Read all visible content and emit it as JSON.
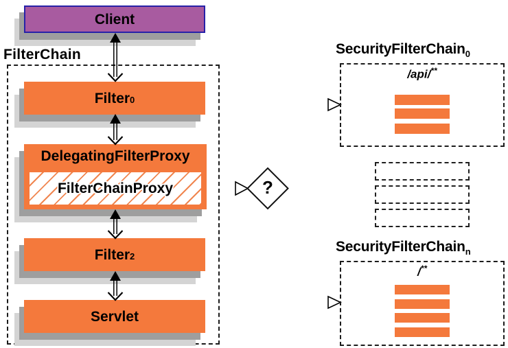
{
  "colors": {
    "orange": "#f4793c",
    "purple": "#a85ba0",
    "client_border": "#2621a8",
    "shadow_dark": "#9e9e9e",
    "shadow_light": "#d4d4d4",
    "hatch": "#f0854f"
  },
  "client": {
    "label": "Client"
  },
  "filter_chain": {
    "label": "FilterChain",
    "filter0": {
      "text": "Filter",
      "sub": "0"
    },
    "delegating_filter_proxy": {
      "label": "DelegatingFilterProxy",
      "filter_chain_proxy": {
        "label": "FilterChainProxy"
      }
    },
    "filter2": {
      "text": "Filter",
      "sub": "2"
    },
    "servlet": {
      "label": "Servlet"
    }
  },
  "decision": {
    "label": "?"
  },
  "security_chains": {
    "chain0": {
      "title": "SecurityFilterChain",
      "sub": "0",
      "pattern": "/api/",
      "pattern_sup": "**",
      "bar_count": 3
    },
    "chain_n": {
      "title": "SecurityFilterChain",
      "sub": "n",
      "pattern": "/",
      "pattern_sup": "**",
      "bar_count": 4
    },
    "ellipsis_row_count": 3
  }
}
